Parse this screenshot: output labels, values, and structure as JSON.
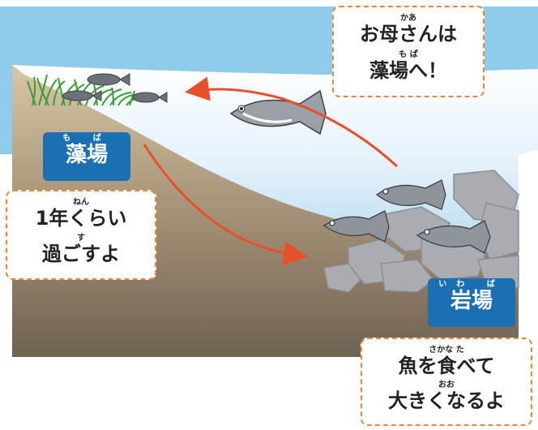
{
  "labels": {
    "moba": {
      "ruby": "も ば",
      "text": "藻場"
    },
    "iwaba": {
      "ruby": "いわ ば",
      "text": "岩場"
    }
  },
  "callouts": {
    "mother": {
      "line1_ruby": "かあ",
      "line1": "お母さんは",
      "line2_ruby": "も ぱ",
      "line2": "藻場へ！"
    },
    "year": {
      "line1_ruby": "ねん",
      "line1": "1年くらい",
      "line2_ruby": "す",
      "line2": "過ごすよ"
    },
    "grow": {
      "line1_ruby": "さかな  た",
      "line1": "魚を食べて",
      "line2_ruby": "おお",
      "line2": "大きくなるよ"
    }
  },
  "colors": {
    "callout_border": "#e8873b",
    "label_bg": "#1b6fb3",
    "arrow": "#e8502a",
    "sky": "#8fcbea"
  }
}
